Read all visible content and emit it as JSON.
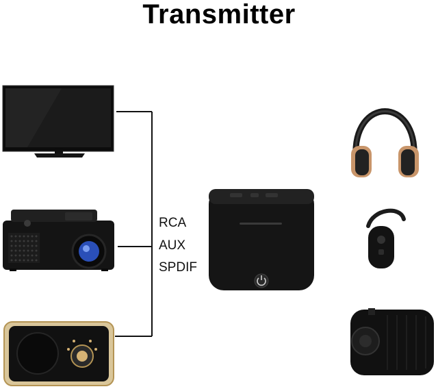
{
  "title": "Transmitter",
  "connection_labels": [
    "RCA",
    "AUX",
    "SPDIF"
  ],
  "sources": [
    {
      "name": "tv",
      "icon": "tv-icon"
    },
    {
      "name": "projector",
      "icon": "projector-icon"
    },
    {
      "name": "speaker",
      "icon": "speaker-icon"
    }
  ],
  "outputs": [
    {
      "name": "headphones",
      "icon": "headphones-icon"
    },
    {
      "name": "bluetooth-earpiece",
      "icon": "earpiece-icon"
    },
    {
      "name": "portable-speaker",
      "icon": "portable-speaker-icon"
    }
  ],
  "device": {
    "name": "transmitter",
    "icon": "power-icon"
  },
  "colors": {
    "line": "#111111",
    "device": "#151515",
    "lens": "#2a4fb8",
    "gold": "#b49454",
    "copper": "#c8956a"
  }
}
